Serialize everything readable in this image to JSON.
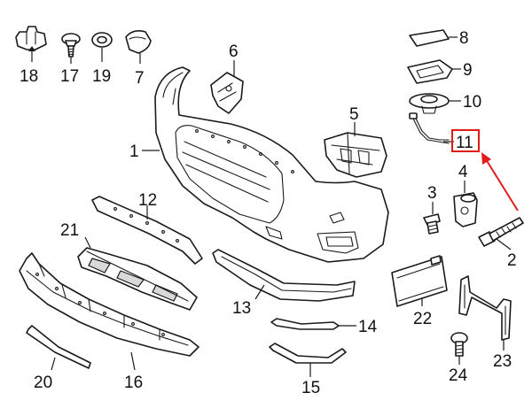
{
  "callouts": [
    {
      "id": "p1",
      "label": "1"
    },
    {
      "id": "p2",
      "label": "2"
    },
    {
      "id": "p3",
      "label": "3"
    },
    {
      "id": "p4",
      "label": "4"
    },
    {
      "id": "p5",
      "label": "5"
    },
    {
      "id": "p6",
      "label": "6"
    },
    {
      "id": "p7",
      "label": "7"
    },
    {
      "id": "p8",
      "label": "8"
    },
    {
      "id": "p9",
      "label": "9"
    },
    {
      "id": "p10",
      "label": "10"
    },
    {
      "id": "p11",
      "label": "11"
    },
    {
      "id": "p12",
      "label": "12"
    },
    {
      "id": "p13",
      "label": "13"
    },
    {
      "id": "p14",
      "label": "14"
    },
    {
      "id": "p15",
      "label": "15"
    },
    {
      "id": "p16",
      "label": "16"
    },
    {
      "id": "p17",
      "label": "17"
    },
    {
      "id": "p18",
      "label": "18"
    },
    {
      "id": "p19",
      "label": "19"
    },
    {
      "id": "p20",
      "label": "20"
    },
    {
      "id": "p21",
      "label": "21"
    },
    {
      "id": "p22",
      "label": "22"
    },
    {
      "id": "p23",
      "label": "23"
    },
    {
      "id": "p24",
      "label": "24"
    }
  ],
  "highlight": {
    "target_label": "11",
    "color": "#e21b1b"
  }
}
